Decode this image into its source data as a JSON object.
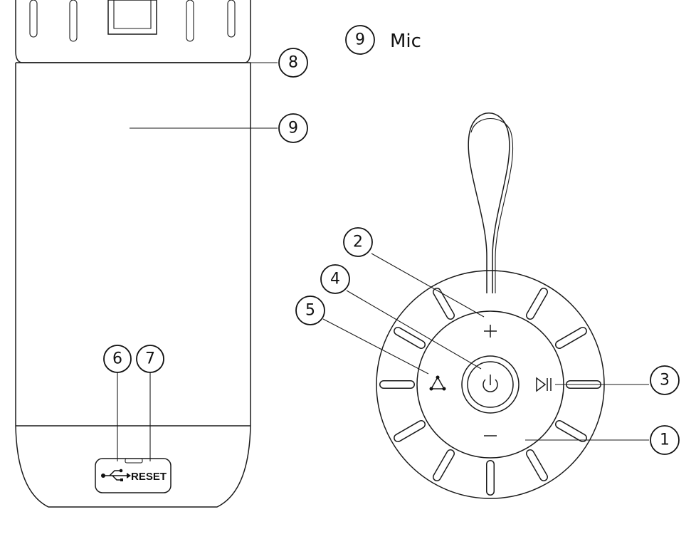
{
  "legend": {
    "number": "9",
    "label": "Mic"
  },
  "callouts": {
    "c1": "1",
    "c2": "2",
    "c3": "3",
    "c4": "4",
    "c5": "5",
    "c6": "6",
    "c7": "7",
    "c8": "8",
    "c9": "9"
  },
  "port_panel": {
    "usb_icon": "usb-icon",
    "reset_label": "RESET"
  },
  "control_icons": {
    "plus": "plus-icon",
    "minus": "minus-icon",
    "power": "power-icon",
    "play_pause": "play-pause-icon",
    "mode": "triangle-mode-icon"
  }
}
